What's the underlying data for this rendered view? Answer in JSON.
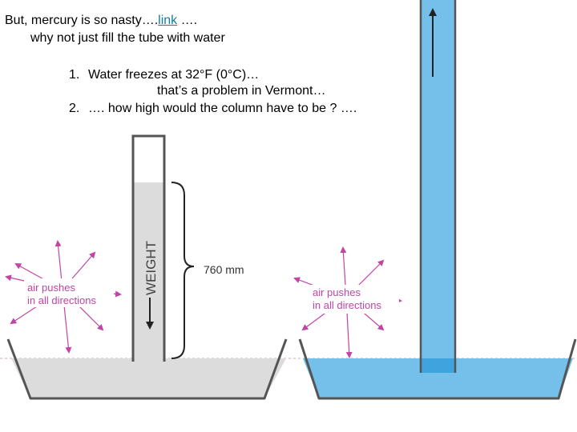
{
  "slide": {
    "line1_pre": "But, mercury is so nasty….",
    "link_label": "link",
    "line1_post": " ….",
    "line2": "why not just fill the tube with water",
    "list": [
      {
        "num": "1.",
        "text": "Water freezes at 32°F (0°C)…"
      },
      {
        "num": "",
        "text": "that’s a problem in Vermont…"
      },
      {
        "num": "2.",
        "text": "…. how high would the column have to be ? …."
      }
    ],
    "question_marks": "??"
  },
  "figure": {
    "weight_label": "WEIGHT",
    "height_label": "760 mm",
    "air_label_left": [
      "air pushes",
      "in all directions"
    ],
    "air_label_right": [
      "air pushes",
      "in all directions"
    ],
    "colors": {
      "mercury": "#dcdcdc",
      "water": "#74c0ea",
      "water_dark": "#3fa3dd",
      "arrow": "#c244a5",
      "outline": "#555555",
      "link": "#1a7a99"
    }
  }
}
